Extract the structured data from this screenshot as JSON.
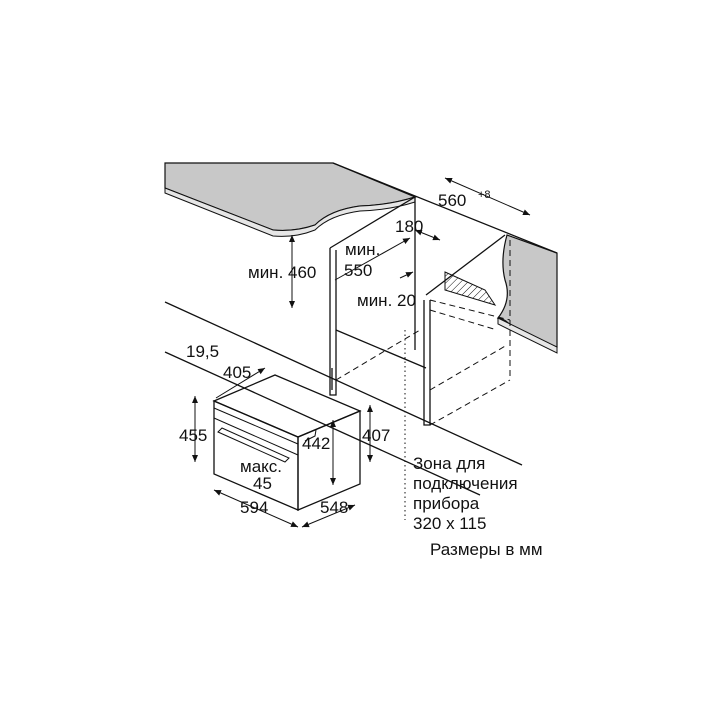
{
  "dimensions": {
    "niche_width": "560",
    "niche_width_tolerance": "+8",
    "connection_offset": "180",
    "min_depth_label": "мин.",
    "min_depth_value": "550",
    "min_height": "мин. 460",
    "min_gap": "мин. 20",
    "front_offset": "19,5",
    "top_depth": "405",
    "height_front": "455",
    "height_body": "442",
    "height_side": "407",
    "max_label": "макс.",
    "max_value": "45",
    "width": "594",
    "depth": "548"
  },
  "connection_zone": [
    "Зона для",
    "подключения",
    "прибора",
    "320 x 115"
  ],
  "units_note": "Размеры в мм"
}
